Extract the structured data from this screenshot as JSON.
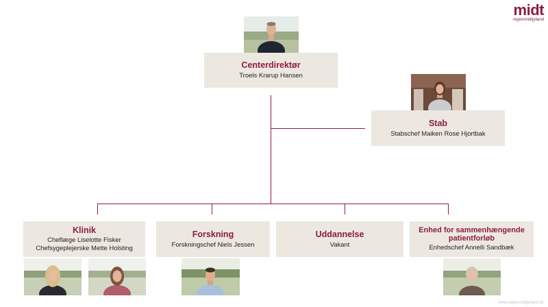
{
  "logo": {
    "word": "midt",
    "sub": "regionmidtjylland"
  },
  "colors": {
    "accent": "#8c1d40",
    "box": "#ece8e0",
    "line": "#8c1d40"
  },
  "director": {
    "title": "Centerdirektør",
    "names": [
      "Troels Krarup Hansen"
    ]
  },
  "staff": {
    "title": "Stab",
    "names": [
      "Stabschef Maiken Rose Hjortbak"
    ]
  },
  "units": [
    {
      "title": "Klinik",
      "names": [
        "Cheflæge Liselotte Fisker",
        "Chefsygeplejerske Mette Holsting"
      ]
    },
    {
      "title": "Forskning",
      "names": [
        "Forskningschef Niels Jessen"
      ]
    },
    {
      "title": "Uddannelse",
      "names": [
        "Vakant"
      ]
    },
    {
      "title": "Enhed for sammenhængende patientforløb",
      "names": [
        "Enhedschef Annelli Sandbæk"
      ]
    }
  ],
  "footer": "www.regionmidtjylland.dk"
}
